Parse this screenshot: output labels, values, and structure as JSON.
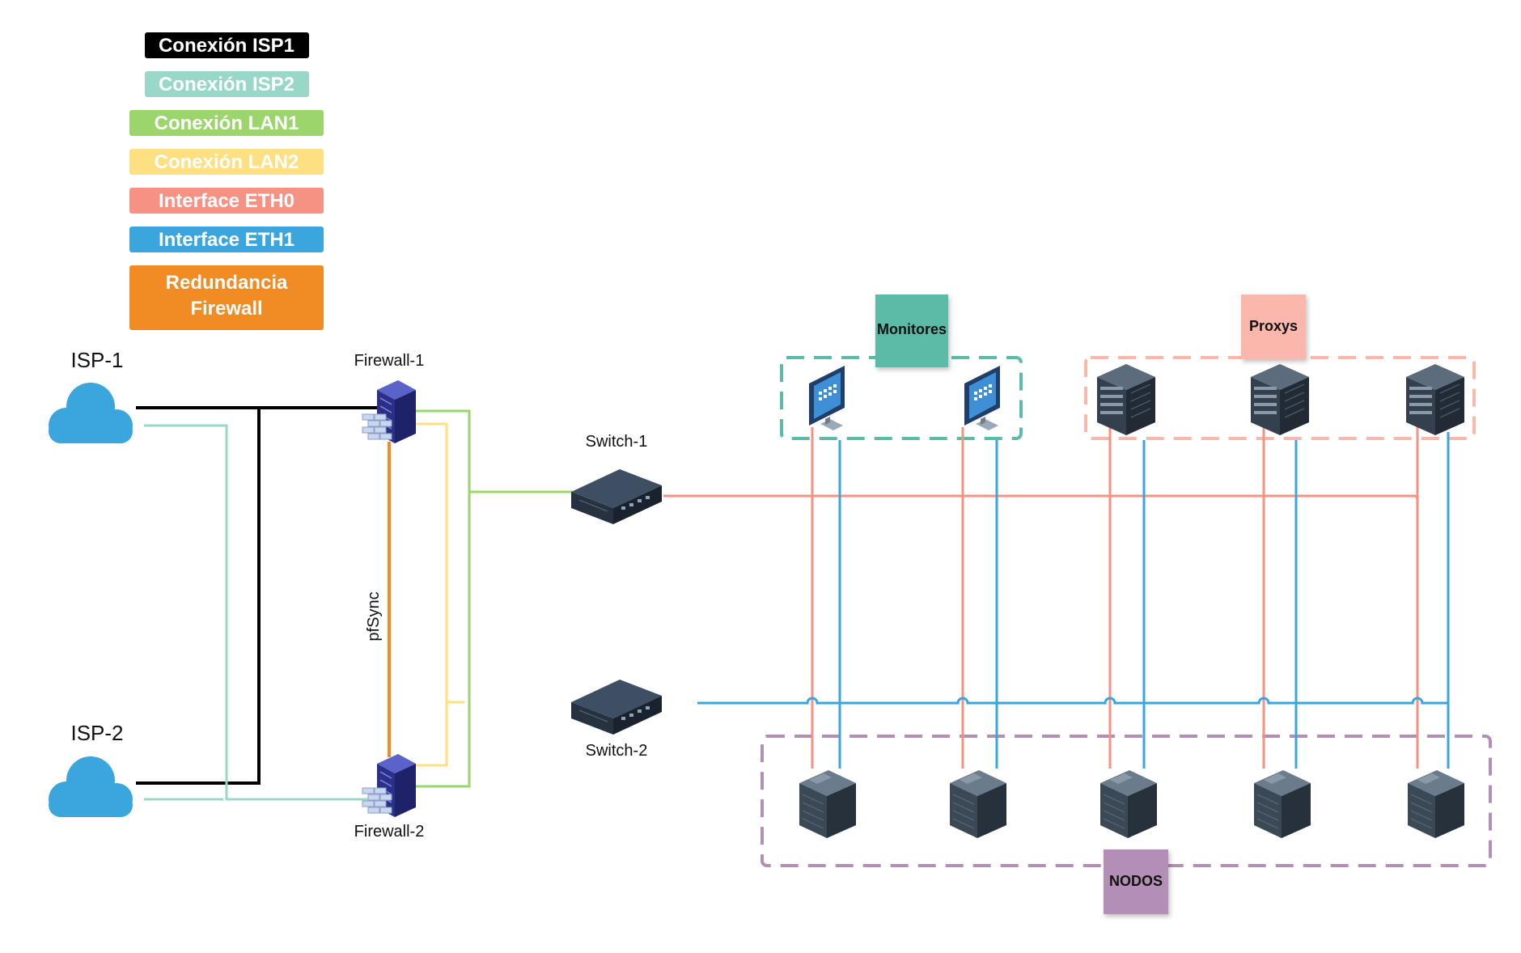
{
  "legend": [
    {
      "label": "Conexión ISP1",
      "bg": "#000000",
      "fg": "#ffffff"
    },
    {
      "label": "Conexión ISP2",
      "bg": "#99d8c9",
      "fg": "#ffffff"
    },
    {
      "label": "Conexión LAN1",
      "bg": "#9bd56b",
      "fg": "#ffffff"
    },
    {
      "label": "Conexión LAN2",
      "bg": "#fde082",
      "fg": "#ffffff"
    },
    {
      "label": "Interface ETH0",
      "bg": "#f59283",
      "fg": "#ffffff"
    },
    {
      "label": "Interface ETH1",
      "bg": "#3aa6dd",
      "fg": "#ffffff"
    },
    {
      "label_line1": "Redundancia",
      "label_line2": "Firewall",
      "bg": "#f08c23",
      "fg": "#ffffff"
    }
  ],
  "nodes": {
    "isp1": "ISP-1",
    "isp2": "ISP-2",
    "firewall1": "Firewall-1",
    "firewall2": "Firewall-2",
    "switch1": "Switch-1",
    "switch2": "Switch-2",
    "pfsync": "pfSync"
  },
  "groups": {
    "monitores": {
      "label": "Monitores",
      "color": "#5bbba6"
    },
    "proxys": {
      "label": "Proxys",
      "color": "#fbb7ab"
    },
    "nodos": {
      "label": "NODOS",
      "color": "#b48fb5"
    }
  },
  "colors": {
    "isp1": "#000000",
    "isp2": "#99d8c9",
    "lan1": "#9bd56b",
    "lan2": "#fde082",
    "eth0": "#f59283",
    "eth1": "#3aa6dd",
    "redundancy": "#f08c23",
    "cloud": "#3aa6dd"
  },
  "icons": {
    "cloud": "cloud-icon",
    "firewall": "firewall-server-icon",
    "switch": "network-switch-icon",
    "monitor": "monitor-icon",
    "proxy": "rack-server-icon",
    "node": "server-icon"
  }
}
